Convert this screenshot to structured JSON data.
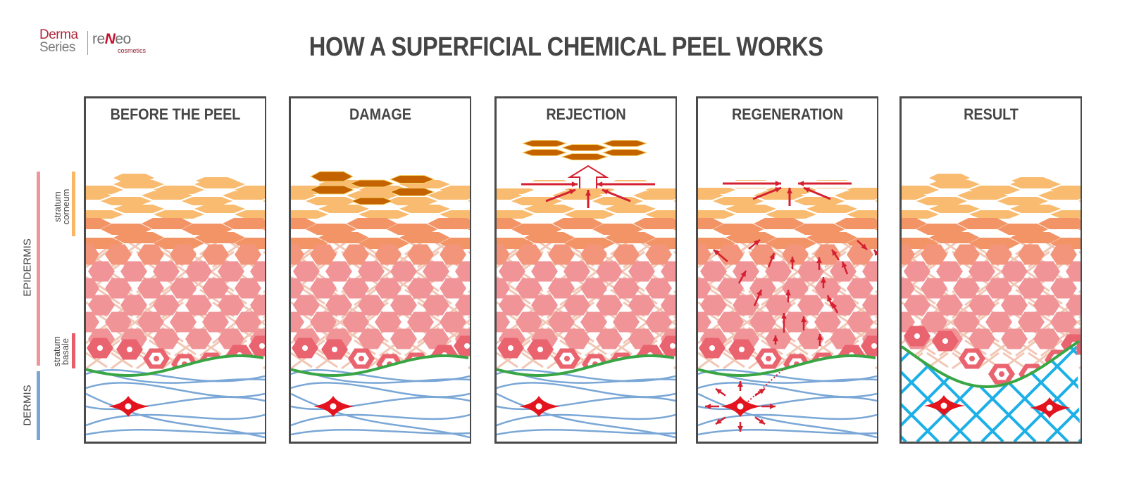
{
  "logo": {
    "line1": "Derma",
    "line2": "Series",
    "brand_prefix": "re",
    "brand_accent": "N",
    "brand_suffix": "eo",
    "brand_sub": "cosmetics"
  },
  "title": "HOW A SUPERFICIAL CHEMICAL PEEL WORKS",
  "side_labels": {
    "epidermis": "EPIDERMIS",
    "dermis": "DERMIS",
    "stratum_corneum": [
      "stratum",
      "corneum"
    ],
    "stratum_basale": [
      "stratum",
      "basale"
    ]
  },
  "colors": {
    "epidermis_bar": "#f0959b",
    "dermis_bar": "#7ba6d4",
    "corneum_bar": "#f6b862",
    "basale_bar": "#e85d6a",
    "corneum_light": "#f8bb6f",
    "corneum_dark": "#f39466",
    "spinous": "#f09498",
    "basal": "#ea6470",
    "dead_cells": "#c46200",
    "membrane": "#3aa544",
    "dermis_fibers": "#7aa7d6",
    "new_fibers": "#1cb0e6",
    "arrows": "#d42030",
    "fibroblast": "#e3141e"
  },
  "panels": [
    {
      "title": "BEFORE THE PEEL",
      "stage": "before"
    },
    {
      "title": "DAMAGE",
      "stage": "damage"
    },
    {
      "title": "REJECTION",
      "stage": "rejection"
    },
    {
      "title": "REGENERATION",
      "stage": "regeneration"
    },
    {
      "title": "RESULT",
      "stage": "result"
    }
  ]
}
